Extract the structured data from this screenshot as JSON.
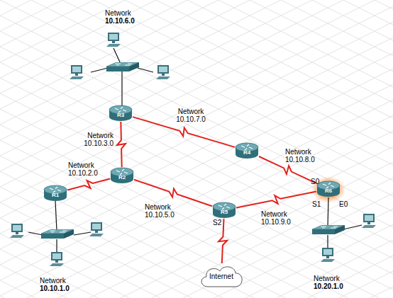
{
  "diagram": {
    "nodes": [
      {
        "text": [
          "R3"
        ]
      },
      {
        "text": [
          "R4"
        ]
      },
      {
        "text": [
          "R2"
        ]
      },
      {
        "text": [
          "R6"
        ]
      },
      {
        "text": [
          "R1"
        ]
      },
      {
        "text": [
          "R5"
        ]
      },
      {
        "text": [
          "Internet"
        ]
      }
    ],
    "edges": [
      {
        "from": 0,
        "to": 2,
        "label": "Network 10.10.3.0",
        "arrow": "none"
      },
      {
        "from": 2,
        "to": 4,
        "label": "Network 10.10.2.0",
        "arrow": "none"
      },
      {
        "from": 0,
        "to": 1,
        "label": "Network 10.10.7.0",
        "arrow": "none"
      },
      {
        "from": 1,
        "to": 3,
        "label": "Network 10.10.8.0",
        "arrow": "none"
      },
      {
        "from": 2,
        "to": 5,
        "label": "Network 10.10.5.0",
        "arrow": "none"
      },
      {
        "from": 5,
        "to": 3,
        "label": "Network 10.10.9.0",
        "arrow": "none"
      },
      {
        "from": 5,
        "to": 6,
        "arrow": "none"
      }
    ],
    "labels": [
      "Network",
      "10.10.6.0",
      "Network",
      "10.10.1.0",
      "Network",
      "10.20.1.0",
      "S0",
      "S1",
      "E0",
      "S2"
    ]
  }
}
